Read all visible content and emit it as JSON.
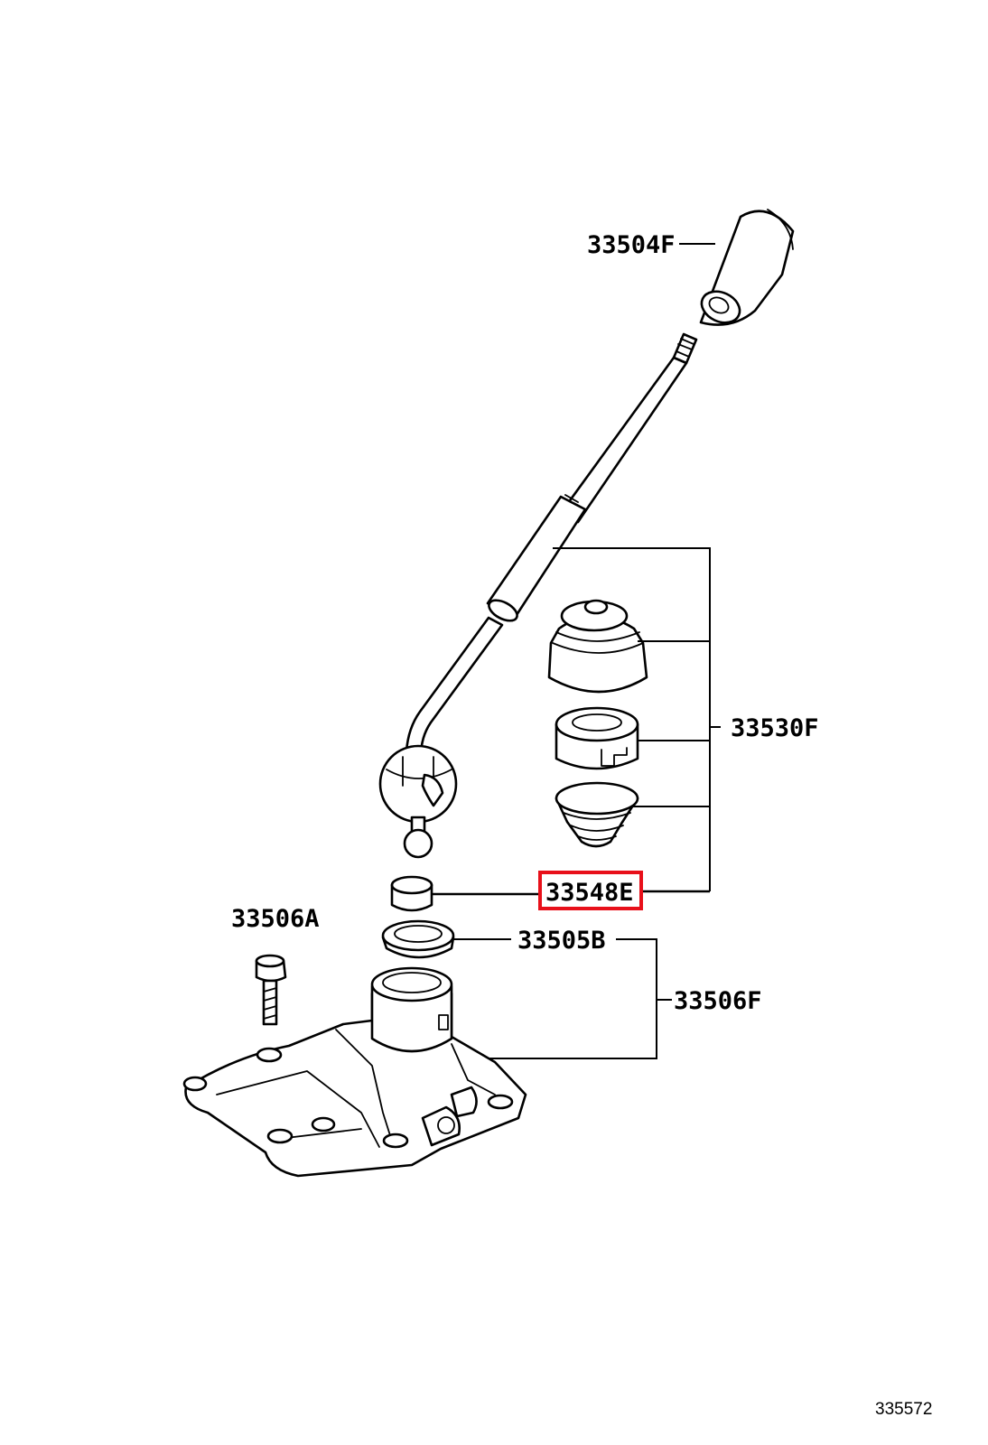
{
  "labels": {
    "knob": "33504F",
    "lever_assy": "33530F",
    "bushing": "33548E",
    "bolt": "33506A",
    "retainer": "33505B",
    "housing": "33506F"
  },
  "highlighted_part": "33548E",
  "highlight_color": "#e8101a",
  "diagram_ref": "335572"
}
